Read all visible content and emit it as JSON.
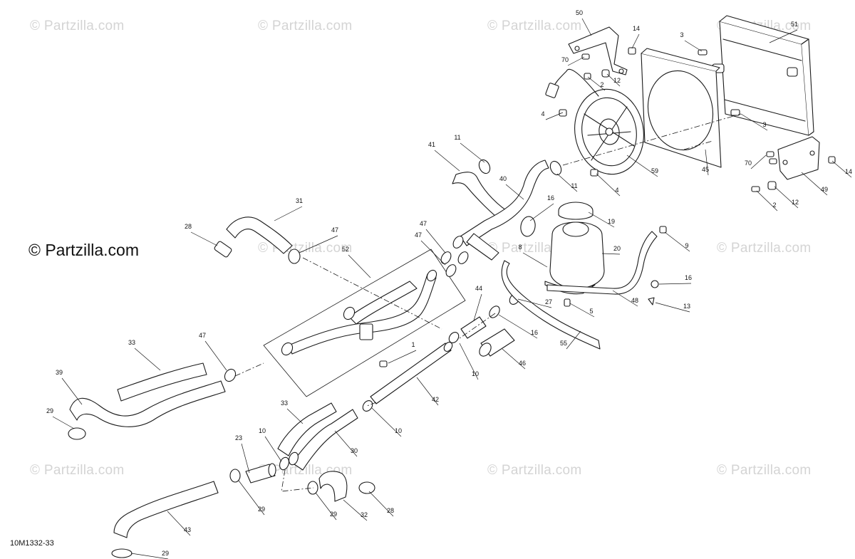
{
  "watermark": {
    "repeat_text": "© Partzilla.com",
    "main_text": "© Partzilla.com"
  },
  "figure_code": "10M1332-33",
  "colors": {
    "line": "#1a1a1a",
    "part_fill": "#ffffff",
    "watermark": "#d4d4d4"
  },
  "callouts": [
    {
      "id": "c1",
      "label": "1"
    },
    {
      "id": "c2a",
      "label": "2"
    },
    {
      "id": "c2b",
      "label": "2"
    },
    {
      "id": "c3a",
      "label": "3"
    },
    {
      "id": "c3b",
      "label": "3"
    },
    {
      "id": "c4a",
      "label": "4"
    },
    {
      "id": "c4b",
      "label": "4"
    },
    {
      "id": "c5",
      "label": "5"
    },
    {
      "id": "c8",
      "label": "8"
    },
    {
      "id": "c9",
      "label": "9"
    },
    {
      "id": "c10a",
      "label": "10"
    },
    {
      "id": "c10b",
      "label": "10"
    },
    {
      "id": "c10c",
      "label": "10"
    },
    {
      "id": "c11a",
      "label": "11"
    },
    {
      "id": "c11b",
      "label": "11"
    },
    {
      "id": "c12a",
      "label": "12"
    },
    {
      "id": "c12b",
      "label": "12"
    },
    {
      "id": "c13",
      "label": "13"
    },
    {
      "id": "c14a",
      "label": "14"
    },
    {
      "id": "c14b",
      "label": "14"
    },
    {
      "id": "c16a",
      "label": "16"
    },
    {
      "id": "c16b",
      "label": "16"
    },
    {
      "id": "c16c",
      "label": "16"
    },
    {
      "id": "c19",
      "label": "19"
    },
    {
      "id": "c20",
      "label": "20"
    },
    {
      "id": "c23",
      "label": "23"
    },
    {
      "id": "c27",
      "label": "27"
    },
    {
      "id": "c28a",
      "label": "28"
    },
    {
      "id": "c28b",
      "label": "28"
    },
    {
      "id": "c29a",
      "label": "29"
    },
    {
      "id": "c29b",
      "label": "29"
    },
    {
      "id": "c29c",
      "label": "29"
    },
    {
      "id": "c29d",
      "label": "29"
    },
    {
      "id": "c30",
      "label": "30"
    },
    {
      "id": "c31",
      "label": "31"
    },
    {
      "id": "c32",
      "label": "32"
    },
    {
      "id": "c33a",
      "label": "33"
    },
    {
      "id": "c33b",
      "label": "33"
    },
    {
      "id": "c39",
      "label": "39"
    },
    {
      "id": "c40",
      "label": "40"
    },
    {
      "id": "c41",
      "label": "41"
    },
    {
      "id": "c42",
      "label": "42"
    },
    {
      "id": "c43",
      "label": "43"
    },
    {
      "id": "c44",
      "label": "44"
    },
    {
      "id": "c45",
      "label": "45"
    },
    {
      "id": "c46",
      "label": "46"
    },
    {
      "id": "c47a",
      "label": "47"
    },
    {
      "id": "c47b",
      "label": "47"
    },
    {
      "id": "c47c",
      "label": "47"
    },
    {
      "id": "c47d",
      "label": "47"
    },
    {
      "id": "c48",
      "label": "48"
    },
    {
      "id": "c49",
      "label": "49"
    },
    {
      "id": "c50",
      "label": "50"
    },
    {
      "id": "c51",
      "label": "51"
    },
    {
      "id": "c52",
      "label": "52"
    },
    {
      "id": "c55",
      "label": "55"
    },
    {
      "id": "c59",
      "label": "59"
    },
    {
      "id": "c70a",
      "label": "70"
    },
    {
      "id": "c70b",
      "label": "70"
    }
  ]
}
